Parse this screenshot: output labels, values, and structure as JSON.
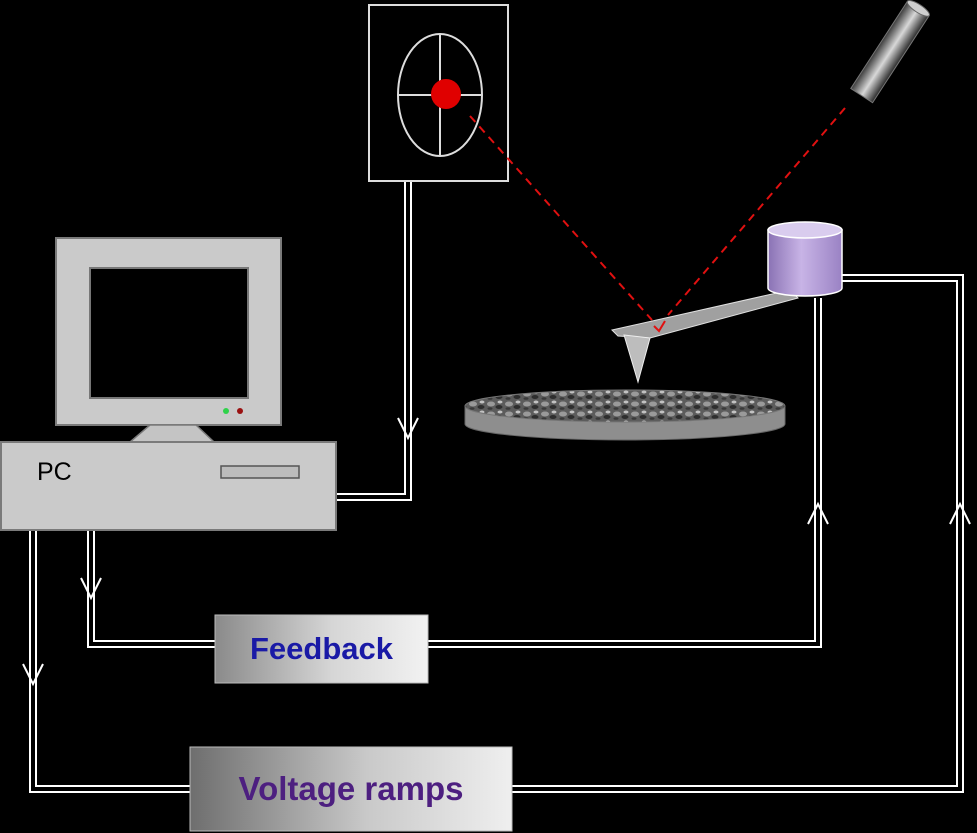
{
  "labels": {
    "pc": "PC",
    "feedback": "Feedback",
    "voltage_ramps": "Voltage ramps"
  },
  "colors": {
    "background": "#000000",
    "wire": "#ffffff",
    "laser_beam": "#e01010",
    "laser_spot": "#e00000",
    "piezo": "#b49ad6",
    "feedback_text": "#1a1aa6",
    "voltage_ramps_text": "#4d1f80",
    "led_green": "#2fd24a",
    "led_red": "#9a1010"
  }
}
